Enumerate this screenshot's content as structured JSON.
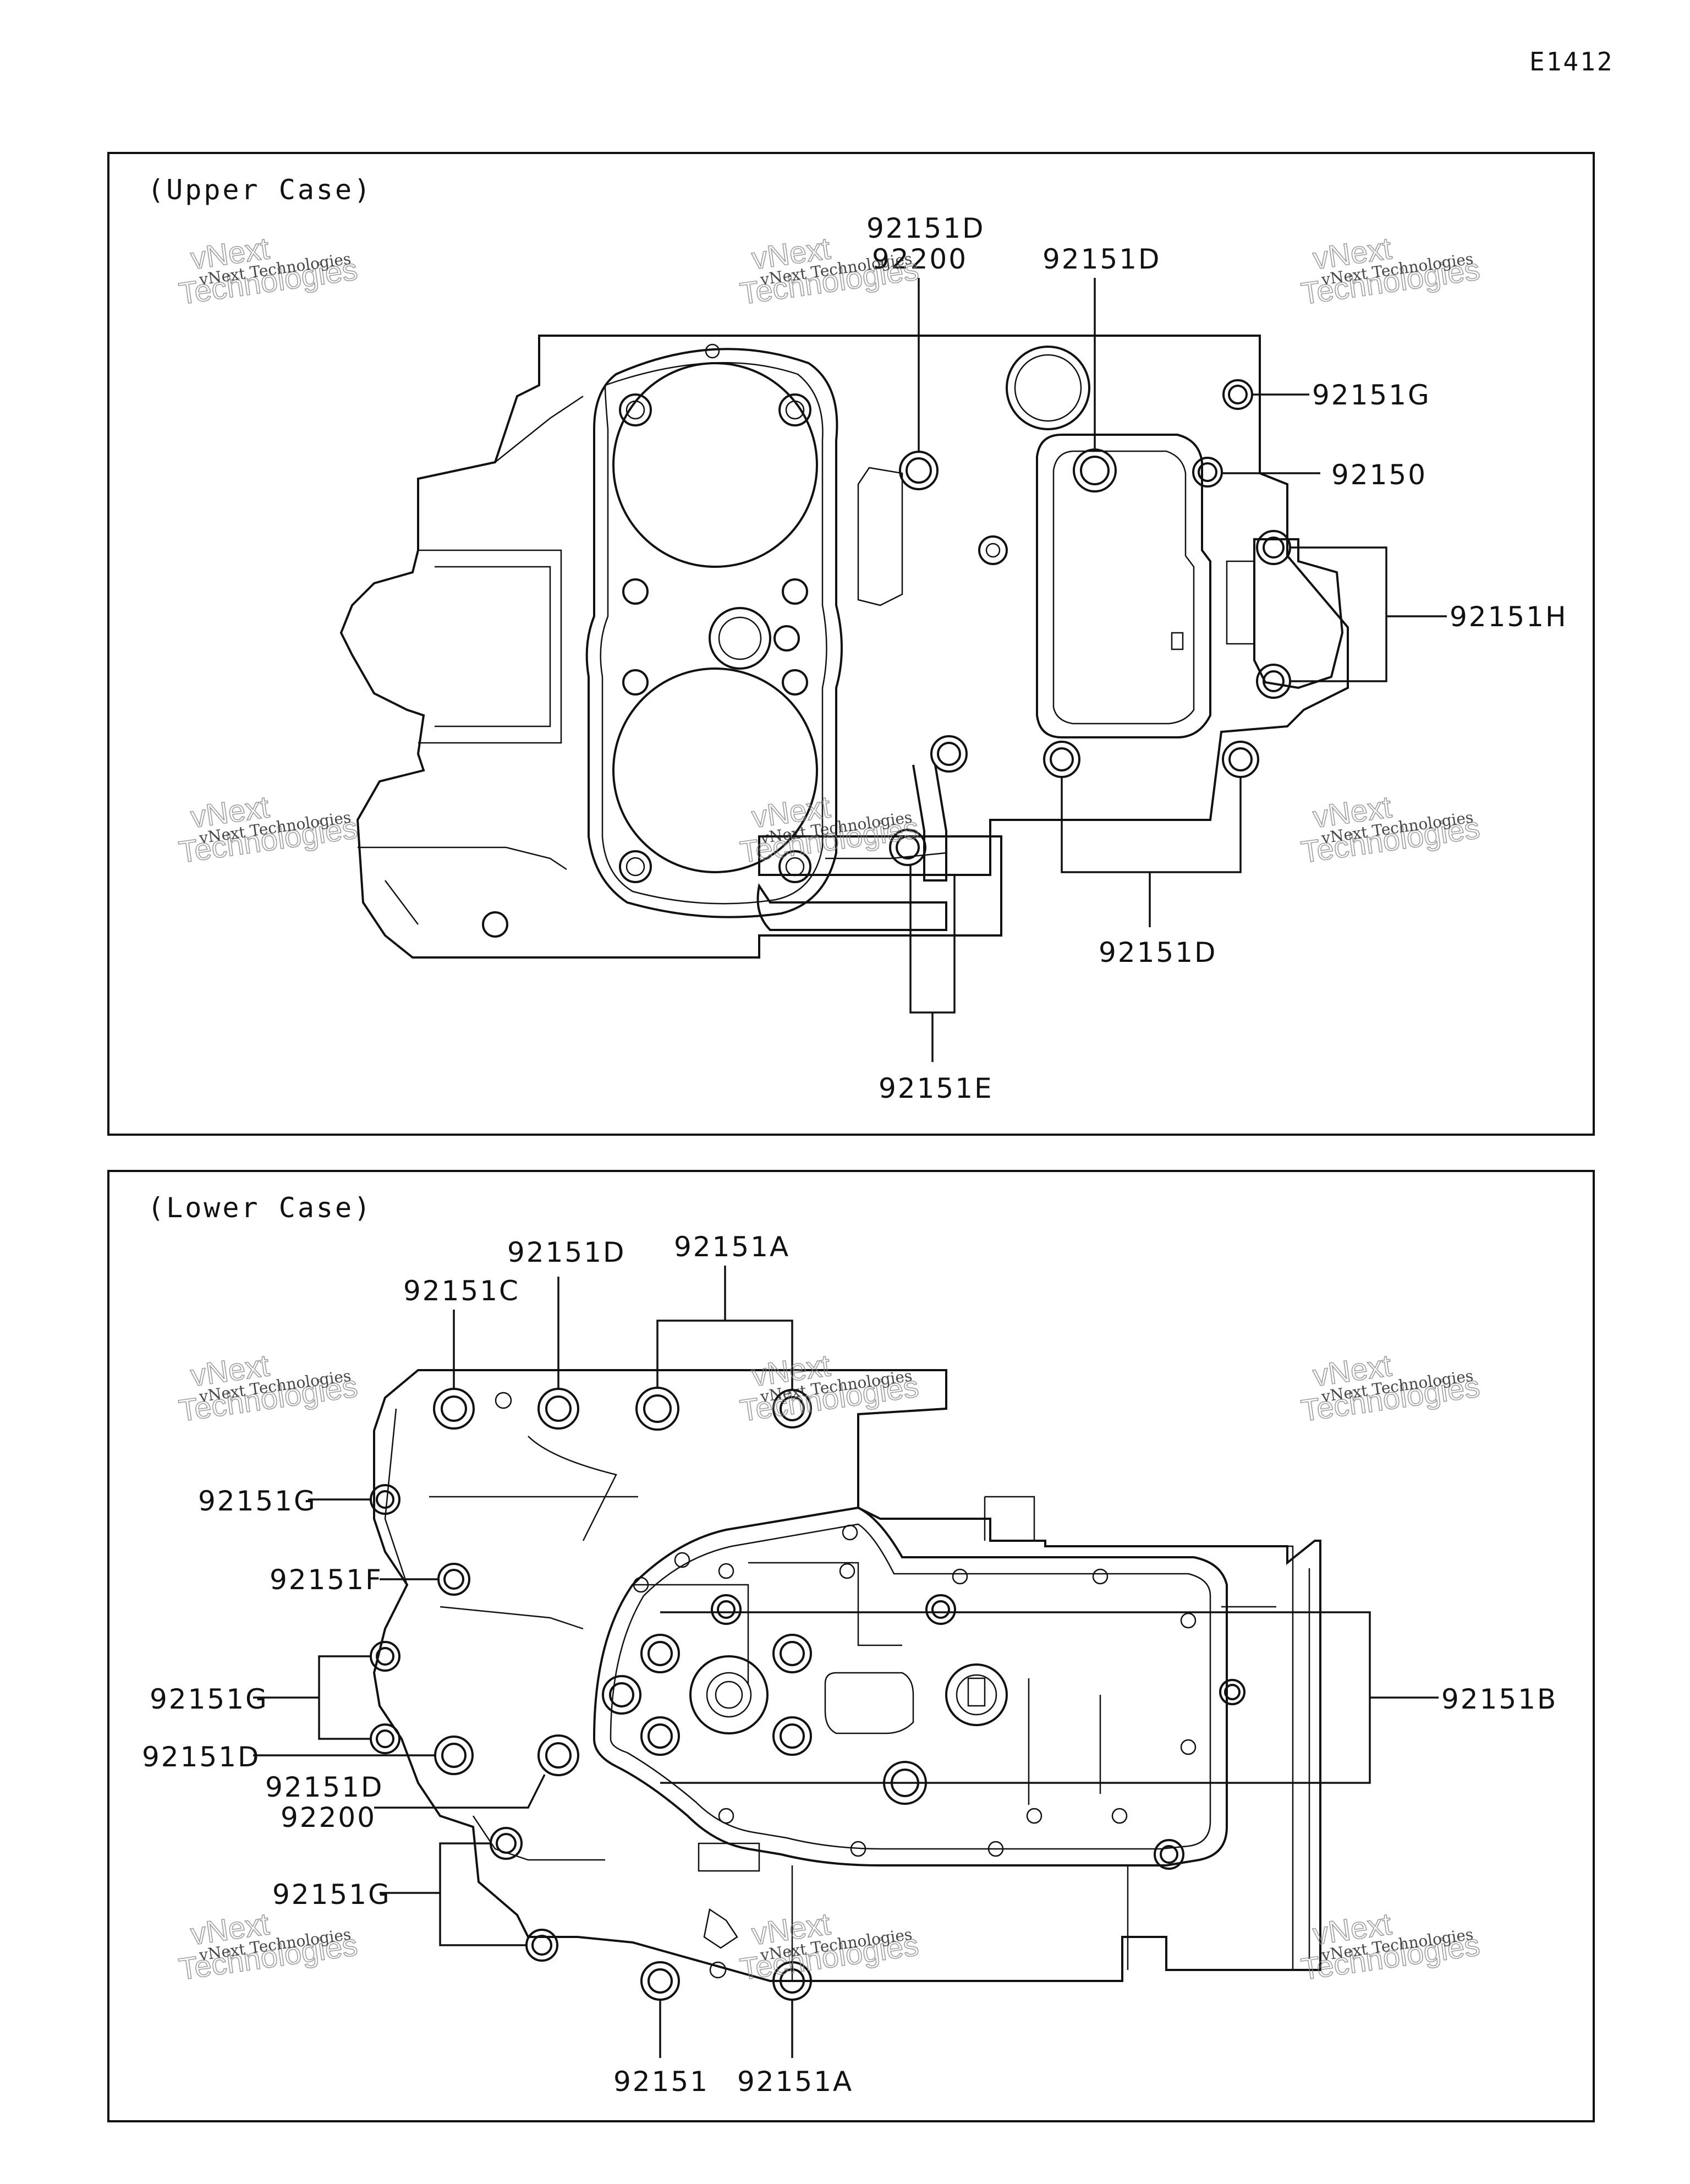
{
  "diagram_code": "E1412",
  "panels": [
    {
      "title": "(Upper Case)",
      "labels": [
        "92151D",
        "92200",
        "92151D",
        "92151G",
        "92150",
        "92151H",
        "92151D",
        "92151E"
      ]
    },
    {
      "title": "(Lower Case)",
      "labels": [
        "92151D",
        "92151A",
        "92151C",
        "92151G",
        "92151F",
        "92151G",
        "92151D",
        "92151D",
        "92200",
        "92151G",
        "92151B",
        "92151",
        "92151A"
      ]
    }
  ],
  "watermark": {
    "line1": "vNext Technologies",
    "line2": "vNext",
    "line3": "Technologies"
  }
}
